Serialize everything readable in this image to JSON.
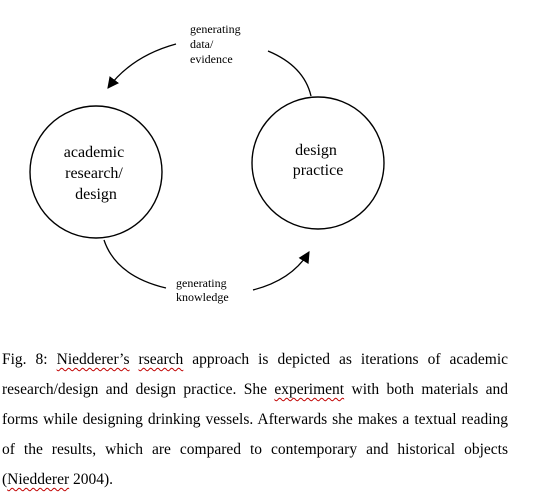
{
  "diagram": {
    "nodes": [
      {
        "id": "academic",
        "lines": [
          "academic",
          "research/",
          "design"
        ]
      },
      {
        "id": "practice",
        "lines": [
          "design",
          "practice"
        ]
      }
    ],
    "edges": [
      {
        "from": "practice",
        "to": "academic",
        "lines": [
          "generating",
          "data/",
          "evidence"
        ]
      },
      {
        "from": "academic",
        "to": "practice",
        "lines": [
          "generating",
          "knowledge"
        ]
      }
    ]
  },
  "caption": {
    "segments": [
      {
        "text": "Fig. 8: "
      },
      {
        "text": "Niedderer’s",
        "flag": true
      },
      {
        "text": " "
      },
      {
        "text": "rsearch",
        "flag": true
      },
      {
        "text": " approach  is depicted as iterations of academic research/design and design practice. She "
      },
      {
        "text": "experiment",
        "flag": true
      },
      {
        "text": " with both materials and forms while designing drinking vessels. Afterwards she makes a textual reading of the results, which are compared to contemporary and historical objects ("
      },
      {
        "text": "Niedderer",
        "flag": true
      },
      {
        "text": " 2004)."
      }
    ]
  }
}
